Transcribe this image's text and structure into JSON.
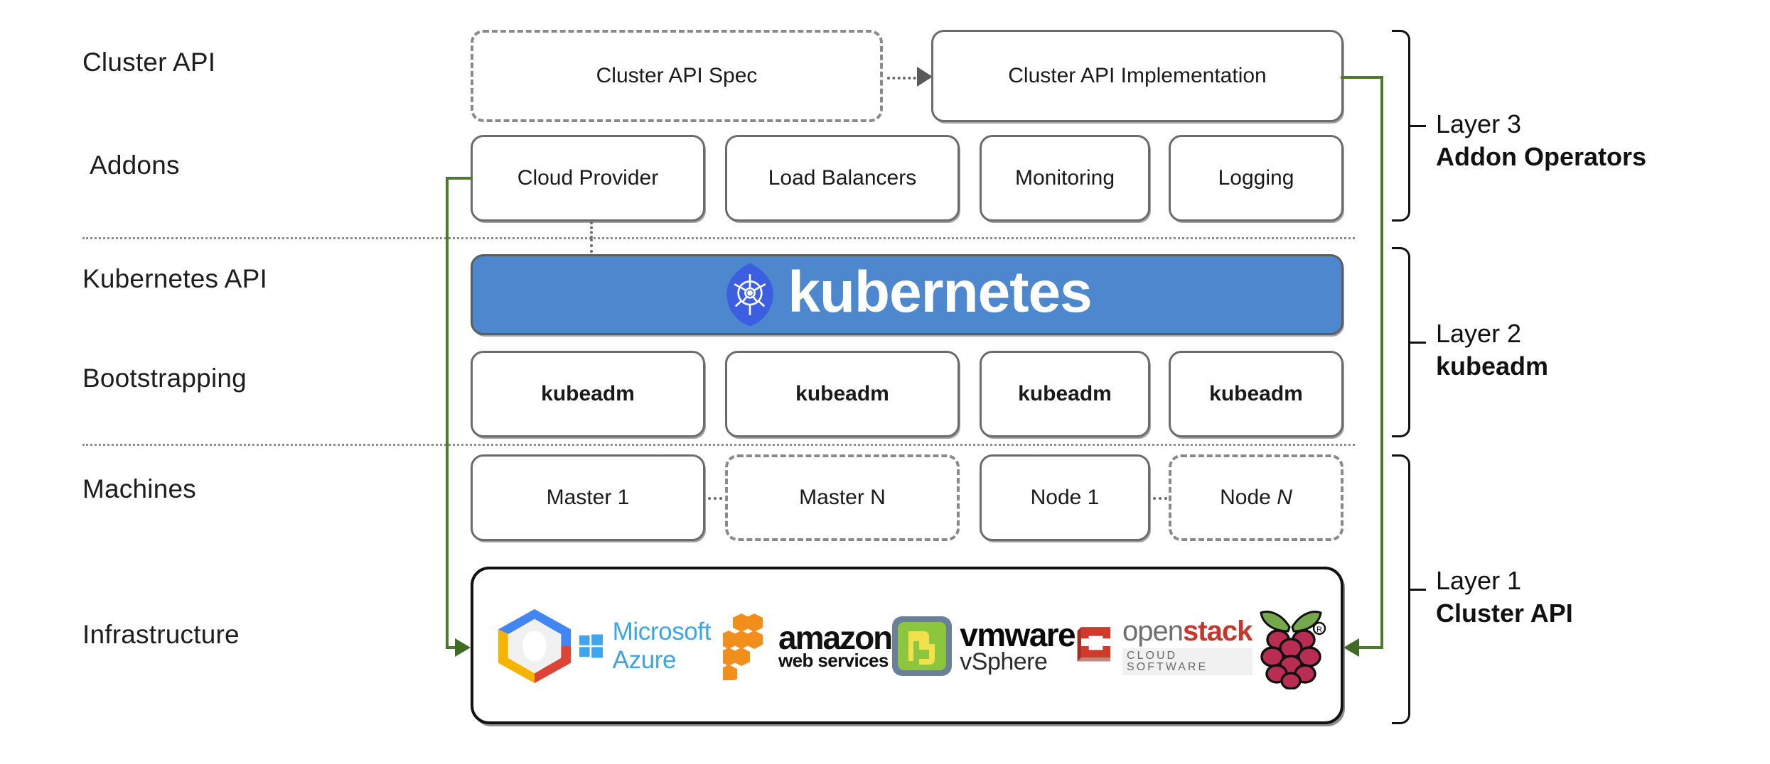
{
  "rows": [
    {
      "label": "Cluster API"
    },
    {
      "label": "Addons"
    },
    {
      "label": "Kubernetes API"
    },
    {
      "label": "Bootstrapping"
    },
    {
      "label": "Machines"
    },
    {
      "label": "Infrastructure"
    }
  ],
  "cluster_api_row": {
    "spec": "Cluster API Spec",
    "implementation": "Cluster API Implementation"
  },
  "addons": [
    {
      "label": "Cloud Provider"
    },
    {
      "label": "Load Balancers"
    },
    {
      "label": "Monitoring"
    },
    {
      "label": "Logging"
    }
  ],
  "kubernetes_banner": {
    "wordmark": "kubernetes",
    "background_color": "#4d88cf",
    "logo_icon": "kubernetes-helm-wheel-icon"
  },
  "bootstrapping": [
    {
      "label": "kubeadm"
    },
    {
      "label": "kubeadm"
    },
    {
      "label": "kubeadm"
    },
    {
      "label": "kubeadm"
    }
  ],
  "machines": [
    {
      "label": "Master 1",
      "style": "solid"
    },
    {
      "label": "Master N",
      "style": "dashed"
    },
    {
      "label": "Node 1",
      "style": "solid"
    },
    {
      "label_prefix": "Node ",
      "label_italic": "N",
      "style": "dashed"
    }
  ],
  "infrastructure": {
    "providers": [
      {
        "name": "Google Cloud Platform",
        "icon": "google-cloud-hexagon-icon"
      },
      {
        "name": "Microsoft Azure",
        "text": "Microsoft Azure",
        "icon": "windows-logo-icon"
      },
      {
        "name": "amazon web services",
        "text_top": "amazon",
        "text_bottom": "web services",
        "icon": "aws-boxes-icon"
      },
      {
        "name": "vmware vSphere",
        "text_top": "vmware",
        "text_bottom": "vSphere",
        "icon": "vmware-vsphere-icon"
      },
      {
        "name": "openstack",
        "text_top_a": "open",
        "text_top_b": "stack",
        "text_bottom": "CLOUD SOFTWARE",
        "icon": "openstack-cube-icon"
      },
      {
        "name": "Raspberry Pi",
        "icon": "raspberry-pi-icon"
      }
    ]
  },
  "layers": [
    {
      "line1": "Layer 3",
      "line2": "Addon Operators"
    },
    {
      "line1": "Layer 2",
      "line2": "kubeadm"
    },
    {
      "line1": "Layer 1",
      "line2": "Cluster API"
    }
  ],
  "colors": {
    "kubernetes_blue": "#4d88cf",
    "connector_green": "#4e7a2e",
    "box_border": "#6b6b6b",
    "divider": "#8d8d8d"
  }
}
